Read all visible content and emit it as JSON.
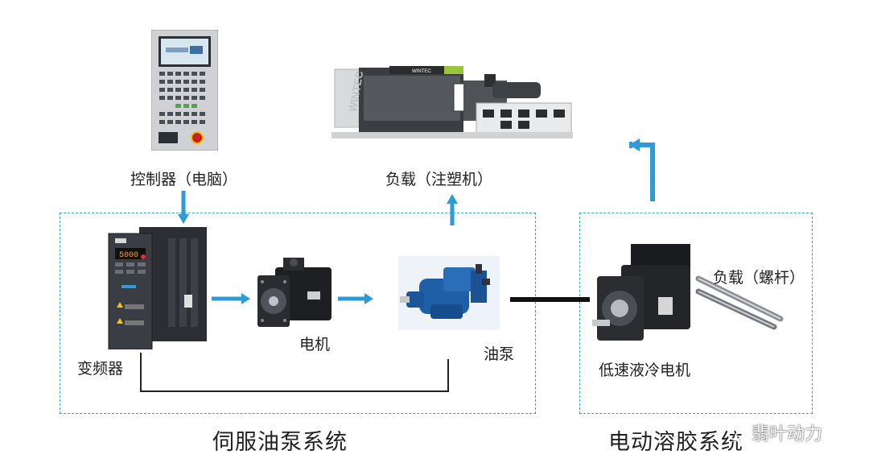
{
  "components": {
    "controller": "控制器（电脑）",
    "load_injection": "负载（注塑机）",
    "inverter": "变频器",
    "motor": "电机",
    "pump": "油泵",
    "lowspeed_motor": "低速液冷电机",
    "load_screw": "负载（螺杆）"
  },
  "systems": {
    "servo": "伺服油泵系统",
    "electric": "电动溶胶系统"
  },
  "machine": {
    "brand": "WINTEC",
    "side_text": "WINTEC"
  },
  "inverter_display": "5000",
  "watermark": "翡叶动力",
  "colors": {
    "arrow": "#2e9bd6",
    "box_border": "#3aa0d0",
    "pump_blue": "#1f5fa8",
    "machine_green": "#9bc53d"
  }
}
